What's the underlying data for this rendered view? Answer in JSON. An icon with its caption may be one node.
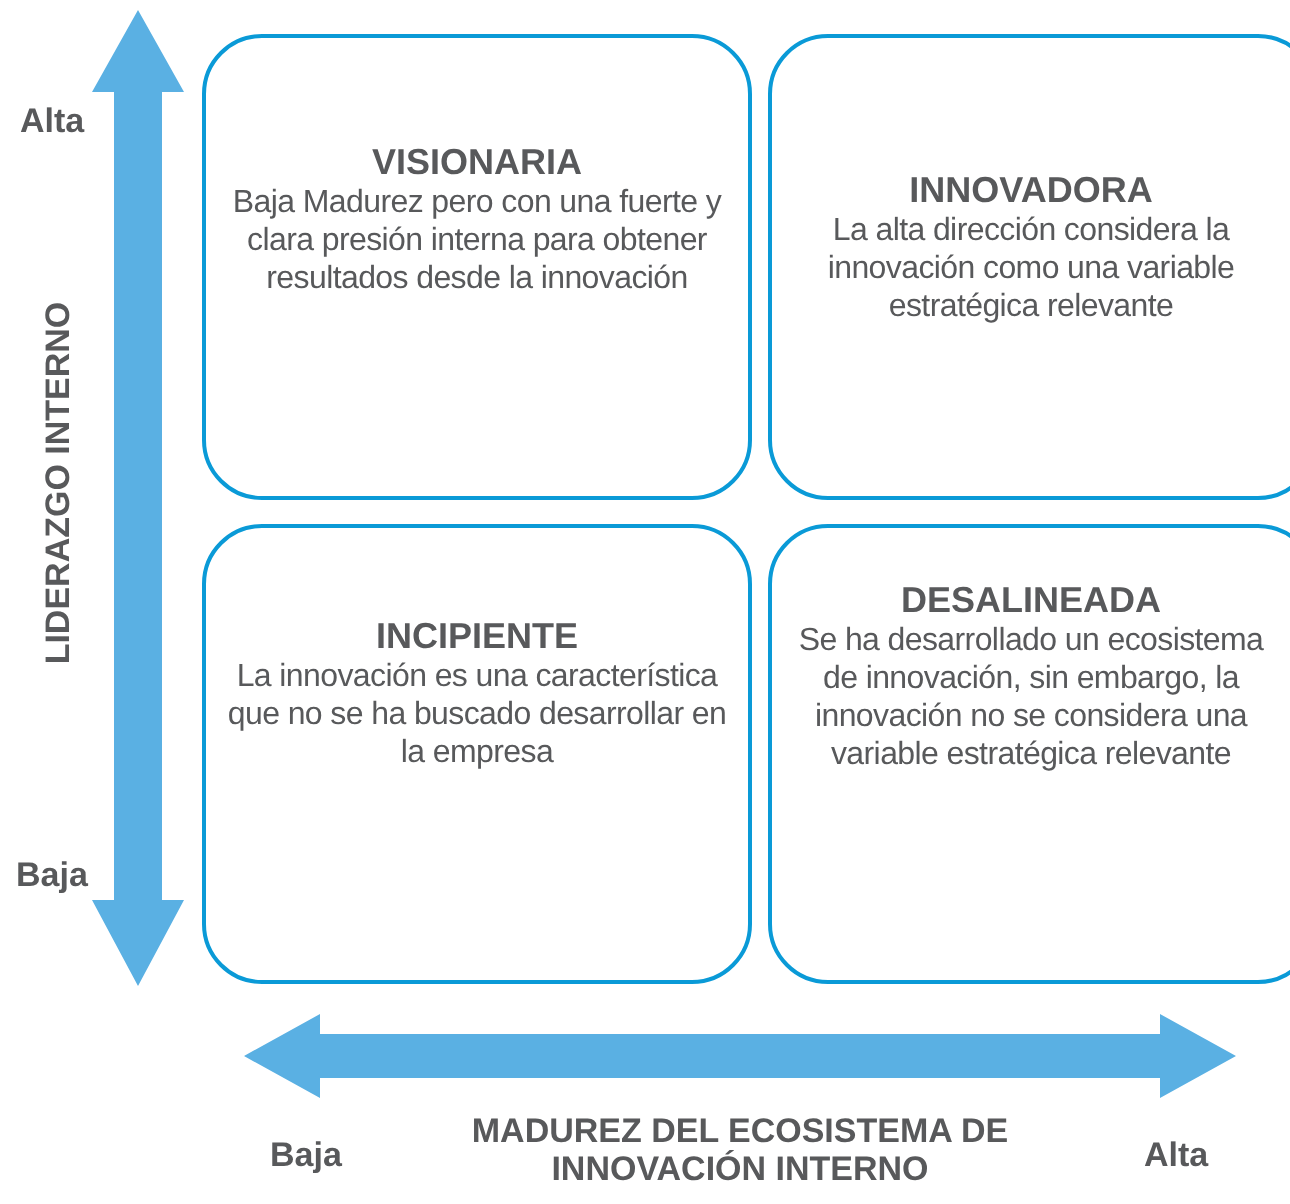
{
  "diagram": {
    "nodes": [
      {
        "text": [
          "VISIONARIA",
          "Baja Madurez pero con una fuerte y clara presión interna para obtener resultados desde la innovación"
        ]
      },
      {
        "text": [
          "INNOVADORA",
          "La alta dirección considera la innovación como una variable estratégica relevante"
        ]
      },
      {
        "text": [
          "INCIPIENTE",
          "La innovación es una característica que no se ha buscado desarrollar en la empresa"
        ]
      },
      {
        "text": [
          "DESALINEADA",
          "Se ha desarrollado un ecosistema de innovación, sin embargo, la innovación no se considera una variable estratégica relevante"
        ]
      }
    ],
    "labels": [
      "Alta",
      "LIDERAZGO INTERNO",
      "Baja",
      "Baja",
      "MADUREZ DEL ECOSISTEMA DE INNOVACIÓN INTERNO",
      "Alta"
    ]
  }
}
